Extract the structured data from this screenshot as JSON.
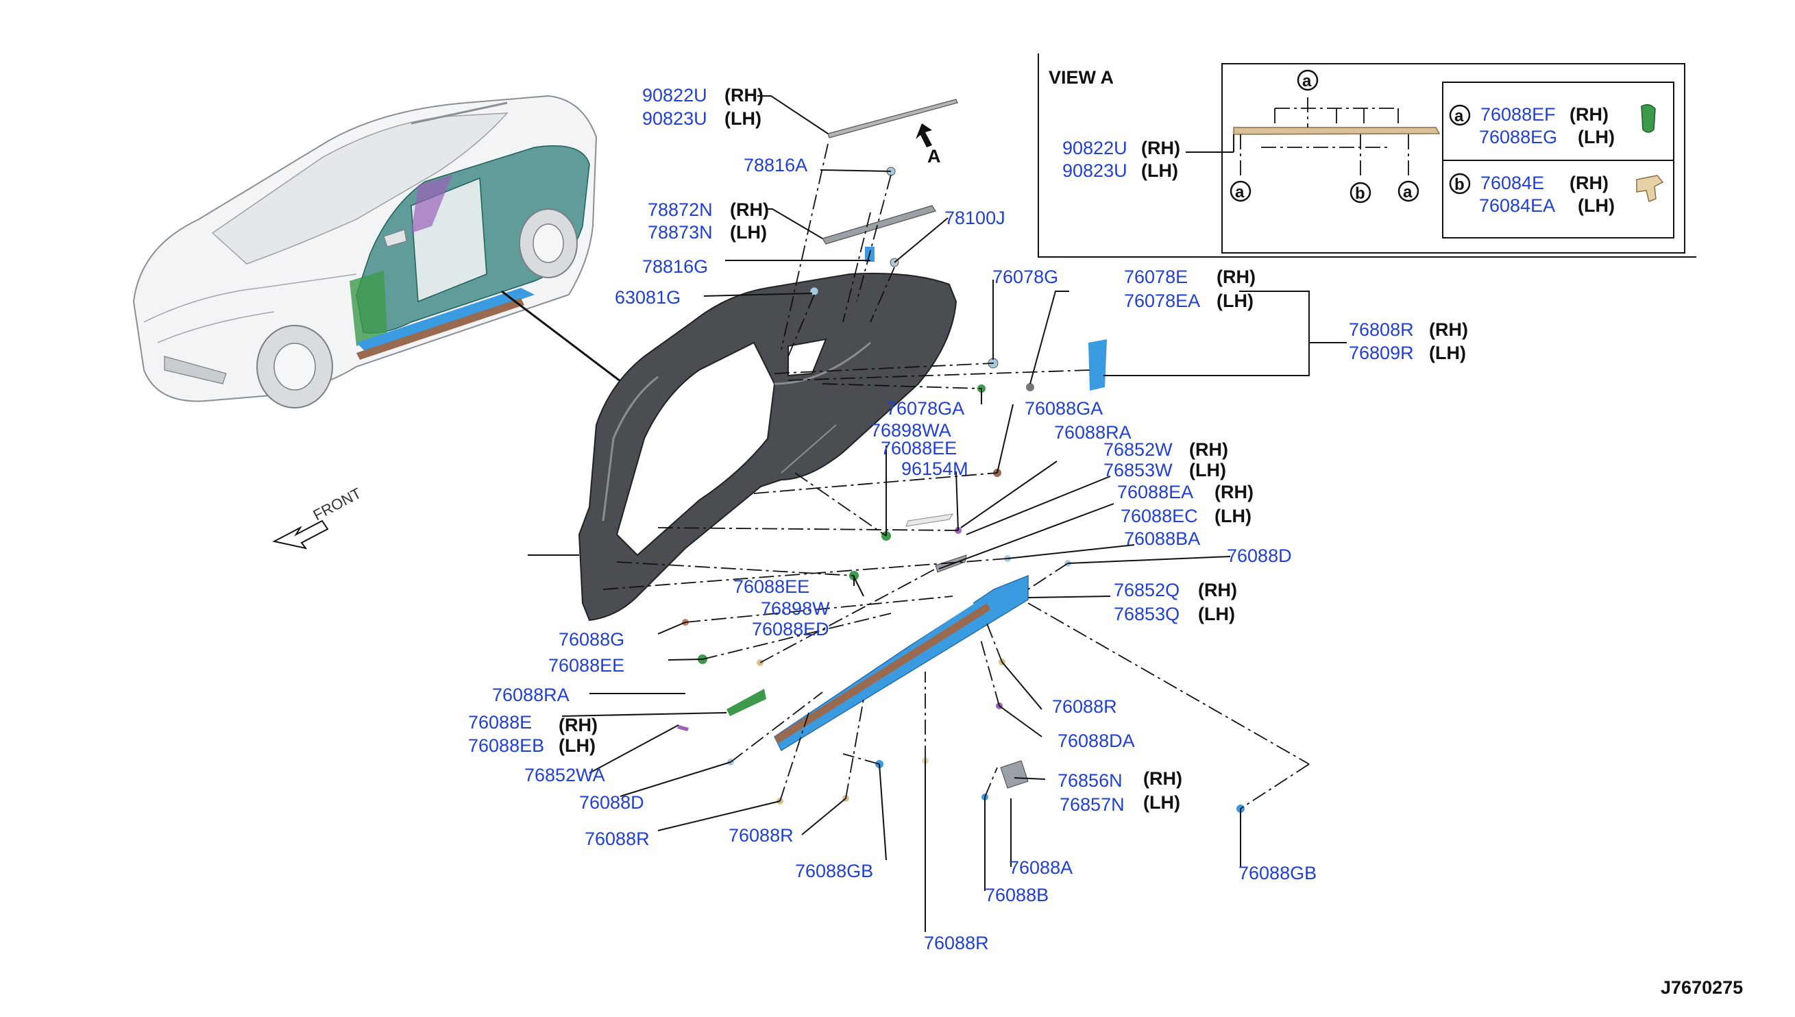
{
  "diagram_id": "J7670275",
  "orientation_label": "FRONT",
  "view_arrow_label": "A",
  "view_a": {
    "title": "VIEW A",
    "part_rh": "90822U",
    "part_lh": "90823U",
    "callout_a": "a",
    "callout_b": "b",
    "legend": [
      {
        "key": "a",
        "rh": "76088EF",
        "lh": "76088EG"
      },
      {
        "key": "b",
        "rh": "76084E",
        "lh": "76084EA"
      }
    ]
  },
  "side_labels": {
    "rh": "(RH)",
    "lh": "(LH)"
  },
  "parts": {
    "p90822U": "90822U",
    "p90823U": "90823U",
    "p78816A": "78816A",
    "p78872N": "78872N",
    "p78873N": "78873N",
    "p78100J": "78100J",
    "p78816G": "78816G",
    "p63081G": "63081G",
    "p76078G": "76078G",
    "p76078E": "76078E",
    "p76078EA": "76078EA",
    "p76808R": "76808R",
    "p76809R": "76809R",
    "p76078GA": "76078GA",
    "p76088GA": "76088GA",
    "p76898WA": "76898WA",
    "p76088EE_top": "76088EE",
    "p96154M": "96154M",
    "p76088RA_top": "76088RA",
    "p76852W": "76852W",
    "p76853W": "76853W",
    "p76088EA": "76088EA",
    "p76088EC": "76088EC",
    "p76088BA": "76088BA",
    "p76088D_right": "76088D",
    "p76852Q": "76852Q",
    "p76853Q": "76853Q",
    "p76088EE_mid": "76088EE",
    "p76898W": "76898W",
    "p76088ED": "76088ED",
    "p76088G": "76088G",
    "p76088EE_left": "76088EE",
    "p76088RA_left": "76088RA",
    "p76088E": "76088E",
    "p76088EB": "76088EB",
    "p76852WA": "76852WA",
    "p76088D_left": "76088D",
    "p76088R_a": "76088R",
    "p76088R_b": "76088R",
    "p76088GB_a": "76088GB",
    "p76088R_bottom": "76088R",
    "p76088R_right": "76088R",
    "p76088DA": "76088DA",
    "p76856N": "76856N",
    "p76857N": "76857N",
    "p76088A": "76088A",
    "p76088B": "76088B",
    "p76088GB_b": "76088GB"
  },
  "colors": {
    "part_number": "#1f3fd8",
    "sill_blue": "#3b9be0",
    "panel_dark": "#4a4d52",
    "green_clip": "#3c9a4a",
    "teal_body": "#2f7f7a",
    "brown_clip": "#9a6a50",
    "purple_clip": "#9a62b8"
  }
}
